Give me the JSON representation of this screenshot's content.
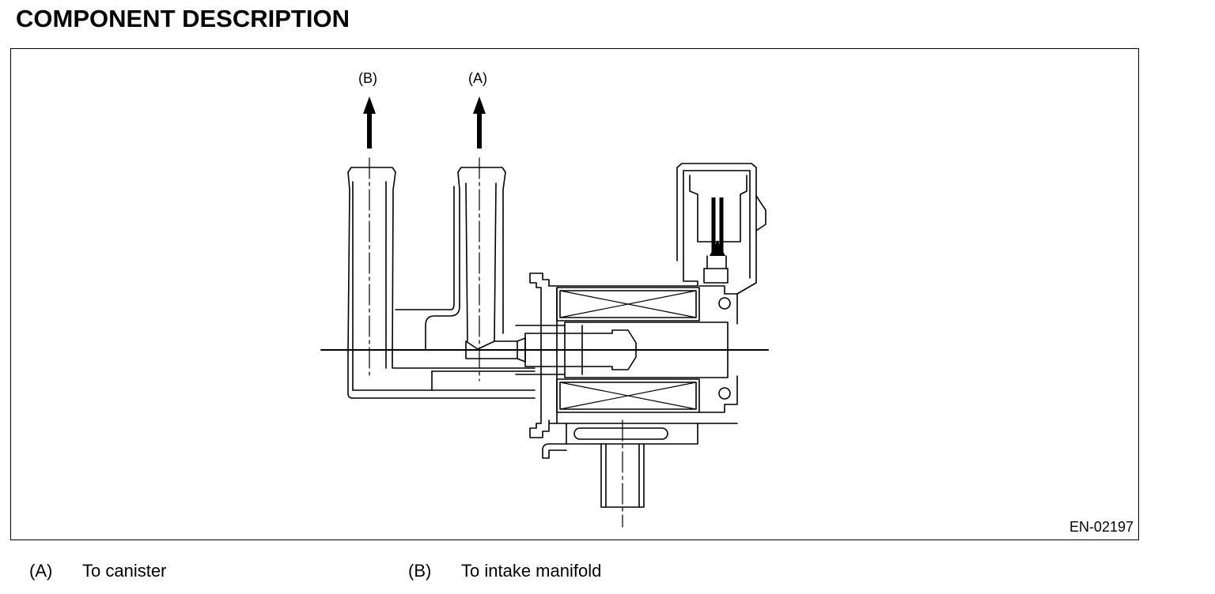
{
  "page": {
    "title": "COMPONENT DESCRIPTION"
  },
  "figure": {
    "code": "EN-02197",
    "callouts": [
      {
        "key": "(B)"
      },
      {
        "key": "(A)"
      }
    ]
  },
  "legend": [
    {
      "key": "(A)",
      "text": "To canister"
    },
    {
      "key": "(B)",
      "text": "To intake manifold"
    }
  ]
}
